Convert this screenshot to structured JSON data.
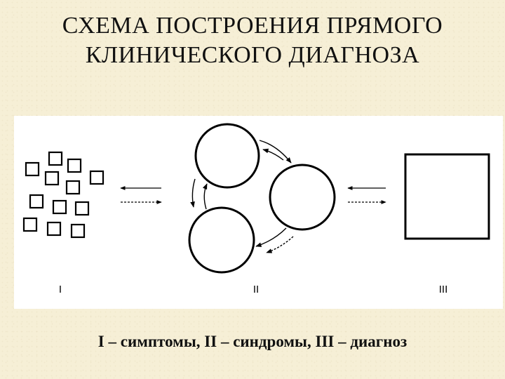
{
  "title": {
    "line1": "СХЕМА ПОСТРОЕНИЯ ПРЯМОГО",
    "line2": "КЛИНИЧЕСКОГО ДИАГНОЗА"
  },
  "diagram": {
    "stage_labels": [
      "I",
      "II",
      "III"
    ]
  },
  "caption": "I – симптомы, II – синдромы, III – диагноз"
}
